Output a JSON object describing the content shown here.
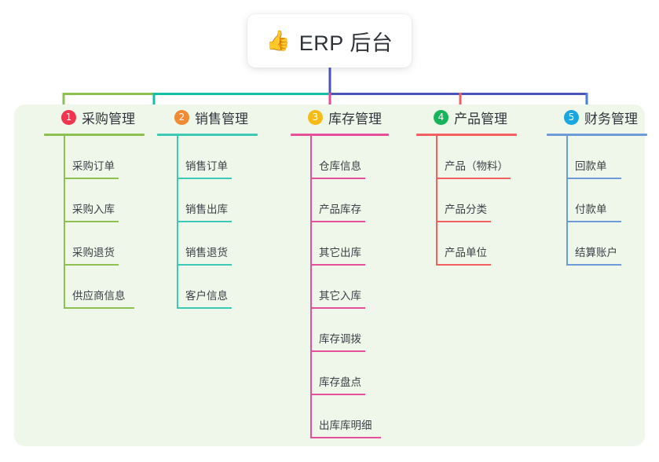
{
  "root": {
    "icon": "thumbs-up-icon",
    "icon_glyph": "👍",
    "title": "ERP 后台"
  },
  "colors": {
    "panel_bg": "#eef7e9",
    "bus_green": "#7cb93f",
    "bus_teal": "#13bfa6",
    "bus_blue": "#4a53b8",
    "stem_blue": "#4a53b8",
    "drop_green": "#7cb93f",
    "drop_teal": "#13bfa6",
    "drop_pink": "#ec4899",
    "drop_red": "#f4605f",
    "drop_blue": "#4a7fd4",
    "text": "#31363c"
  },
  "columns": [
    {
      "index": "1",
      "badge_glyph": "1",
      "badge_color": "#f0354f",
      "line_color": "#8cc152",
      "title": "采购管理",
      "items": [
        "采购订单",
        "采购入库",
        "采购退货",
        "供应商信息"
      ]
    },
    {
      "index": "2",
      "badge_glyph": "2",
      "badge_color": "#f08a35",
      "line_color": "#3ec9b6",
      "title": "销售管理",
      "items": [
        "销售订单",
        "销售出库",
        "销售退货",
        "客户信息"
      ]
    },
    {
      "index": "3",
      "badge_glyph": "3",
      "badge_color": "#f5bb18",
      "line_color": "#e6509a",
      "title": "库存管理",
      "items": [
        "仓库信息",
        "产品库存",
        "其它出库",
        "其它入库",
        "库存调拨",
        "库存盘点",
        "出库库明细"
      ]
    },
    {
      "index": "4",
      "badge_glyph": "4",
      "badge_color": "#19b35c",
      "line_color": "#f4605f",
      "title": "产品管理",
      "items": [
        "产品（物料）",
        "产品分类",
        "产品单位"
      ]
    },
    {
      "index": "5",
      "badge_glyph": "5",
      "badge_color": "#1aa7e0",
      "line_color": "#6f9ad8",
      "title": "财务管理",
      "items": [
        "回款单",
        "付款单",
        "结算账户"
      ]
    }
  ]
}
